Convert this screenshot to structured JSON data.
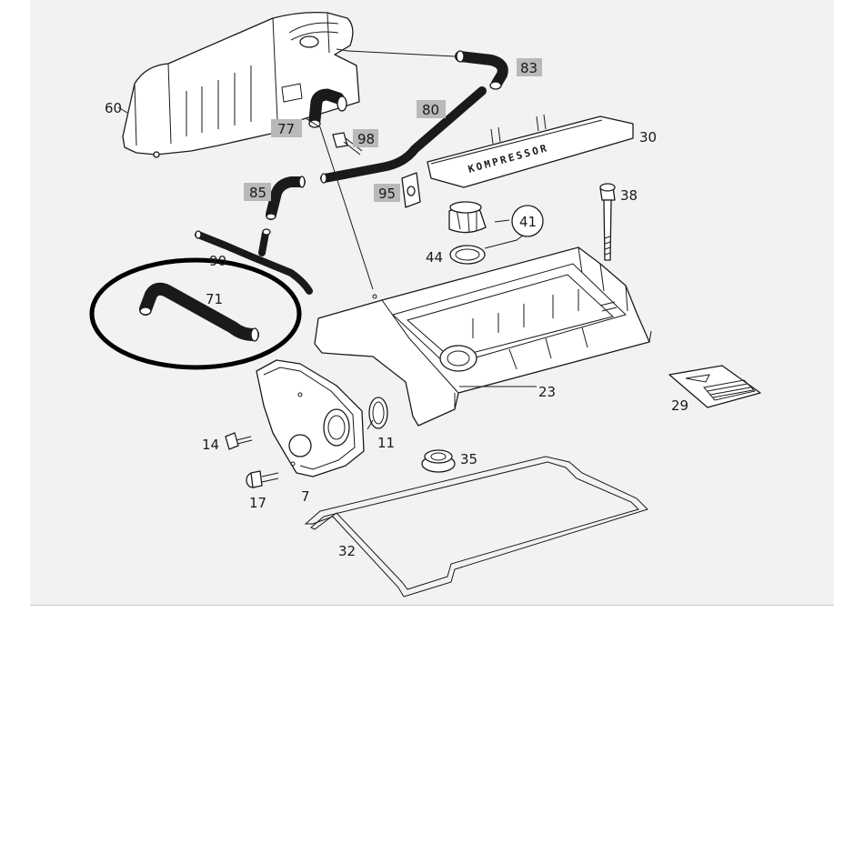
{
  "diagram": {
    "part_labels": [
      {
        "id": "60",
        "text": "60",
        "highlighted": false
      },
      {
        "id": "77",
        "text": "77",
        "highlighted": true
      },
      {
        "id": "98",
        "text": "98",
        "highlighted": true
      },
      {
        "id": "83",
        "text": "83",
        "highlighted": true
      },
      {
        "id": "80",
        "text": "80",
        "highlighted": true
      },
      {
        "id": "30",
        "text": "30",
        "highlighted": false
      },
      {
        "id": "85",
        "text": "85",
        "highlighted": true
      },
      {
        "id": "95",
        "text": "95",
        "highlighted": true
      },
      {
        "id": "38",
        "text": "38",
        "highlighted": false
      },
      {
        "id": "41",
        "text": "41",
        "highlighted": false
      },
      {
        "id": "44",
        "text": "44",
        "highlighted": false
      },
      {
        "id": "90",
        "text": "90",
        "highlighted": false
      },
      {
        "id": "71",
        "text": "71",
        "highlighted": false
      },
      {
        "id": "23",
        "text": "23",
        "highlighted": false
      },
      {
        "id": "29",
        "text": "29",
        "highlighted": false
      },
      {
        "id": "11",
        "text": "11",
        "highlighted": false
      },
      {
        "id": "14",
        "text": "14",
        "highlighted": false
      },
      {
        "id": "35",
        "text": "35",
        "highlighted": false
      },
      {
        "id": "17",
        "text": "17",
        "highlighted": false
      },
      {
        "id": "7",
        "text": "7",
        "highlighted": false
      },
      {
        "id": "32",
        "text": "32",
        "highlighted": false
      }
    ],
    "cover_lettering": "KOMPRESSOR",
    "highlighted_part": "71",
    "colors": {
      "panel_background": "#f2f2f2",
      "label_highlight": "#b9b9b9",
      "line": "#1a1a1a",
      "marker_ring": "#000000"
    }
  }
}
